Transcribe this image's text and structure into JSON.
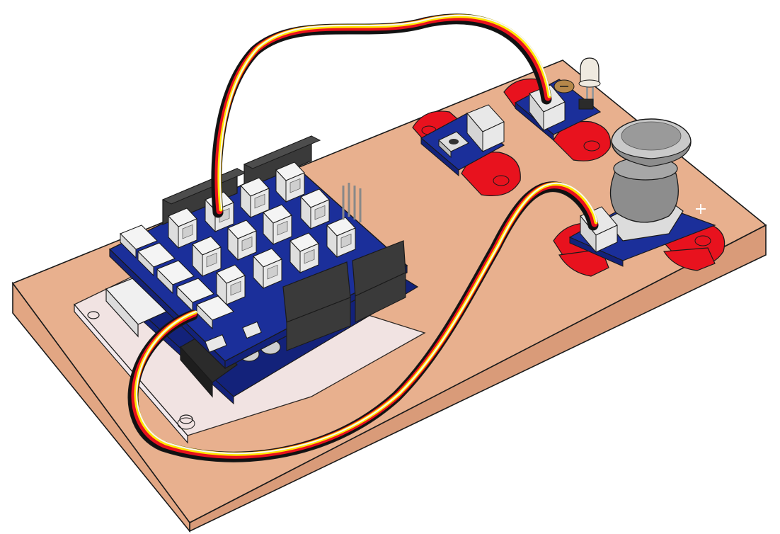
{
  "colors": {
    "background": "#ffffff",
    "board_top": "#e8b08e",
    "board_side": "#d99b79",
    "board_front": "#e2a683",
    "outline": "#1a1a1a",
    "pcb_blue": "#1b2f9a",
    "pcb_blue_dark": "#13227a",
    "header_black": "#3a3a3a",
    "connector_white": "#e8e8e8",
    "module_mount_red": "#e8121e",
    "acrylic": "#f2e9ec",
    "knob_grey": "#8d8d8d",
    "knob_light": "#c9c9c9",
    "wire_yellow": "#ffe600",
    "wire_red": "#e8121e",
    "wire_black": "#111111",
    "wire_white": "#f5f5f5",
    "led_clear": "#efeae0",
    "potentiometer_brown": "#b5874a"
  },
  "components": [
    {
      "name": "base-board"
    },
    {
      "name": "arduino-with-base-shield"
    },
    {
      "name": "button-module"
    },
    {
      "name": "led-module"
    },
    {
      "name": "joystick-module"
    }
  ]
}
